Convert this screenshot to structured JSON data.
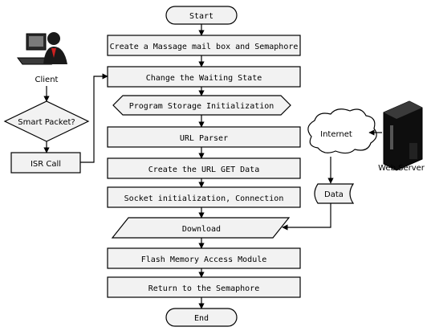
{
  "flow": {
    "start": "Start",
    "step1": "Create a Massage mail box and Semaphore",
    "step2": "Change the Waiting State",
    "step3": "Program Storage Initialization",
    "step4": "URL Parser",
    "step5": "Create the URL GET Data",
    "step6": "Socket initialization, Connection",
    "step7": "Download",
    "step8": "Flash Memory Access Module",
    "step9": "Return to the Semaphore",
    "end": "End"
  },
  "client_side": {
    "client_label": "Client",
    "decision": "Smart Packet?",
    "isr": "ISR Call"
  },
  "network": {
    "internet": "Internet",
    "data": "Data",
    "server": "Web Server"
  },
  "colors": {
    "box_fill": "#f2f2f2",
    "stroke": "#000000"
  }
}
